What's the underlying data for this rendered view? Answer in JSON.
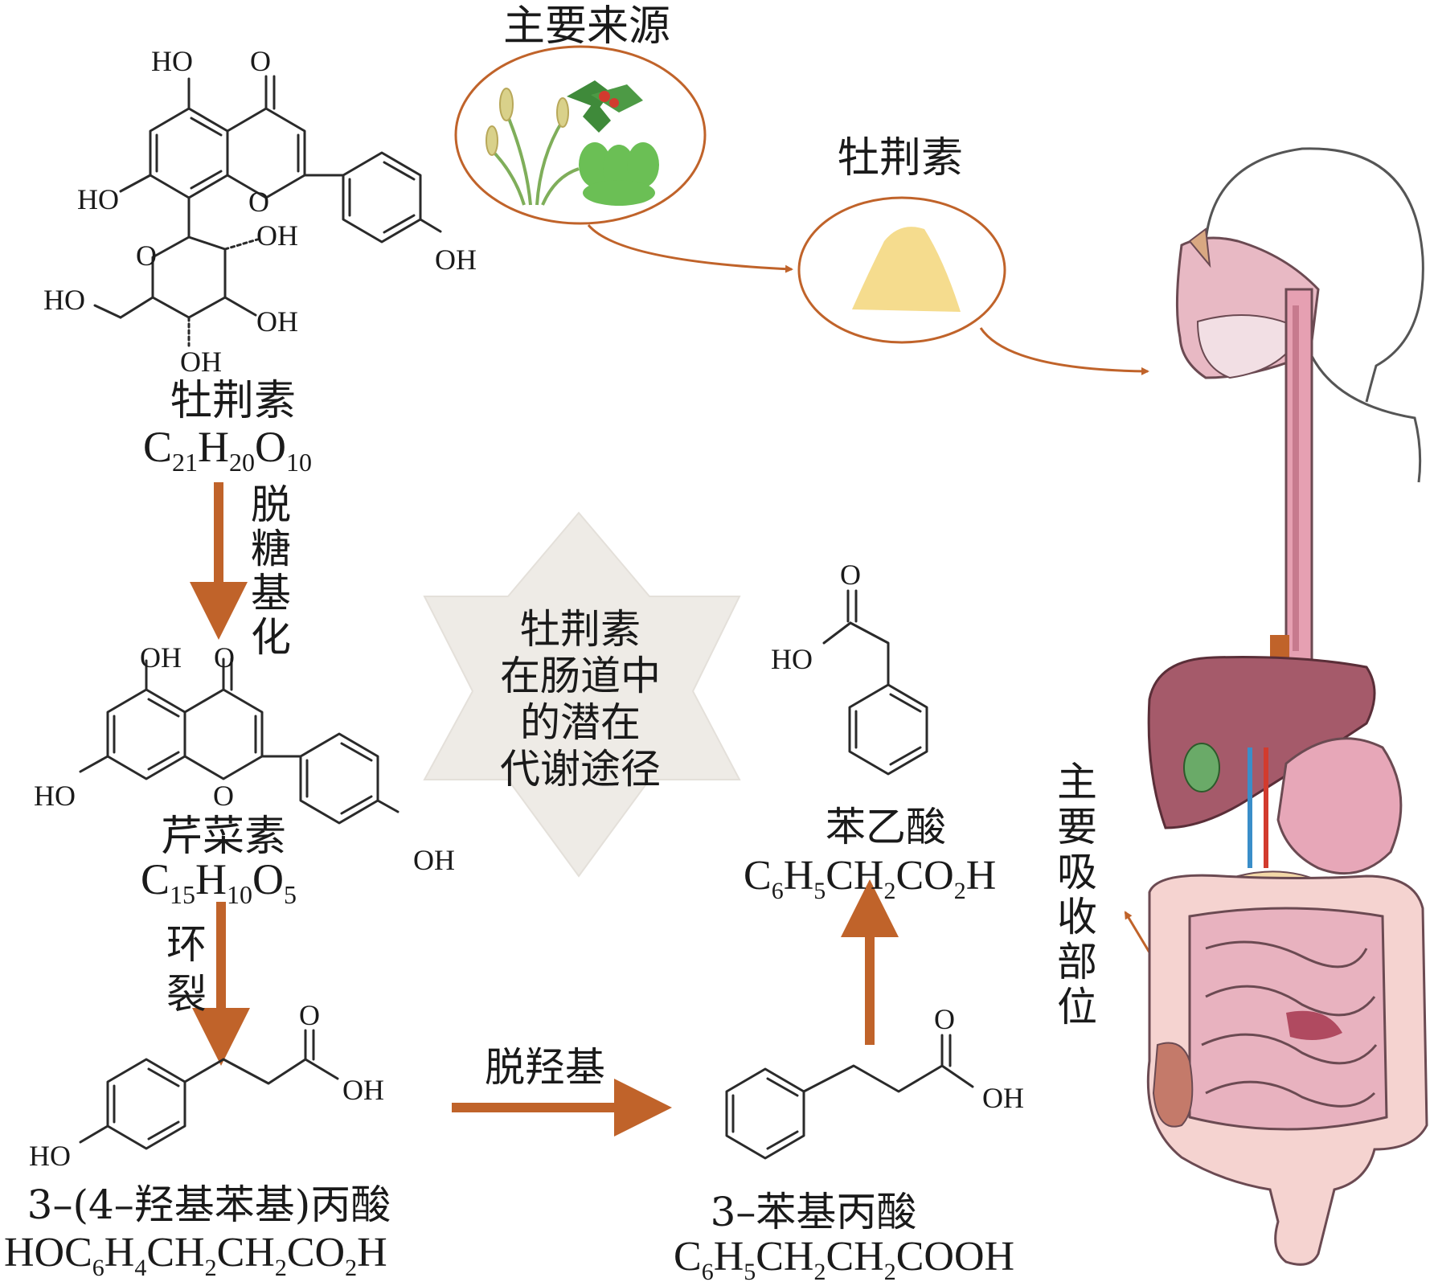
{
  "colors": {
    "arrow": "#c0632a",
    "circle_stroke": "#c0632a",
    "star_fill": "#eeebe6",
    "powder": "#f5dc8e",
    "plant_green": "#7fae5a",
    "organ_pink": "#e8b9c4",
    "liver": "#a55a6a"
  },
  "sources": {
    "title": "主要来源",
    "vitexin_label": "牡荆素",
    "icons": [
      "grain-icon",
      "holly-icon",
      "green-pod-icon"
    ]
  },
  "vitexin": {
    "name": "牡荆素",
    "formula": {
      "parts": [
        "C",
        "21",
        "H",
        "20",
        "O",
        "10"
      ]
    },
    "atoms": {
      "ho_top": "HO",
      "o_top": "O",
      "ho_left": "HO",
      "o_ring": "O",
      "oh_right": "OH",
      "oh_sugar1": "OH",
      "o_sugar": "O",
      "ho_sugar": "HO",
      "oh_sugar2": "OH",
      "oh_sugar3": "OH"
    }
  },
  "step1": {
    "label": [
      "脱",
      "糖",
      "基",
      "化"
    ]
  },
  "apigenin": {
    "name": "芹菜素",
    "formula": {
      "parts": [
        "C",
        "15",
        "H",
        "10",
        "O",
        "5"
      ]
    },
    "atoms": {
      "oh_top": "OH",
      "o_top": "O",
      "ho_left": "HO",
      "o_ring": "O",
      "oh_right": "OH"
    }
  },
  "step2": {
    "label": [
      "环",
      "裂"
    ]
  },
  "hppa": {
    "name": "3–(4–羟基苯基)丙酸",
    "formula": "HOC6H4CH2CH2CO2H",
    "formula_parts": [
      "HOC",
      "6",
      "H",
      "4",
      "CH",
      "2",
      "CH",
      "2",
      "CO",
      "2",
      "H"
    ],
    "atoms": {
      "o": "O",
      "oh": "OH",
      "ho": "HO"
    }
  },
  "step3": {
    "label": "脱羟基"
  },
  "ppa": {
    "name": "3–苯基丙酸",
    "formula_parts": [
      "C",
      "6",
      "H",
      "5",
      "CH",
      "2",
      "CH",
      "2",
      "COOH"
    ],
    "atoms": {
      "o": "O",
      "oh": "OH"
    }
  },
  "step4": {
    "label": ""
  },
  "paa": {
    "name": "苯乙酸",
    "formula_parts": [
      "C",
      "6",
      "H",
      "5",
      "CH",
      "2",
      "CO",
      "2",
      "H"
    ],
    "atoms": {
      "o": "O",
      "ho": "HO"
    }
  },
  "center": {
    "lines": [
      "牡荆素",
      "在肠道中",
      "的潜在",
      "代谢途径"
    ]
  },
  "absorption": {
    "label": [
      "主",
      "要",
      "吸",
      "收",
      "部",
      "位"
    ]
  }
}
